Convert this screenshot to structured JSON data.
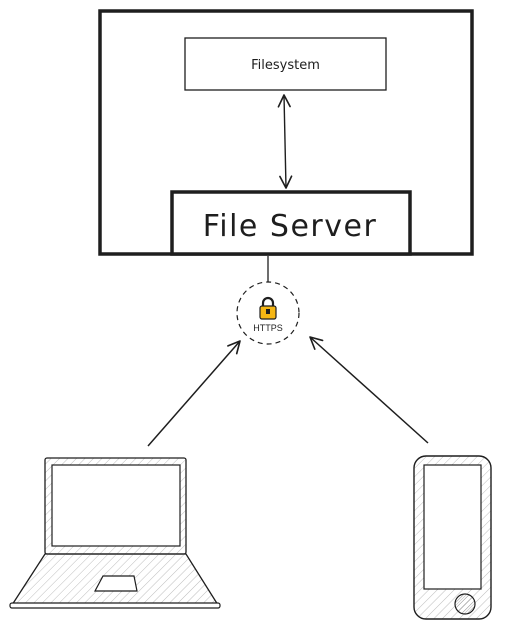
{
  "diagram": {
    "filesystem_label": "Filesystem",
    "file_server_label": "File Server",
    "protocol_label": "HTTPS",
    "colors": {
      "stroke": "#1e1e1e",
      "lock_body": "#f5b614",
      "hatch": "#bdbdbd",
      "background": "#ffffff"
    },
    "icons": [
      "lock-icon",
      "laptop-icon",
      "smartphone-icon"
    ]
  }
}
